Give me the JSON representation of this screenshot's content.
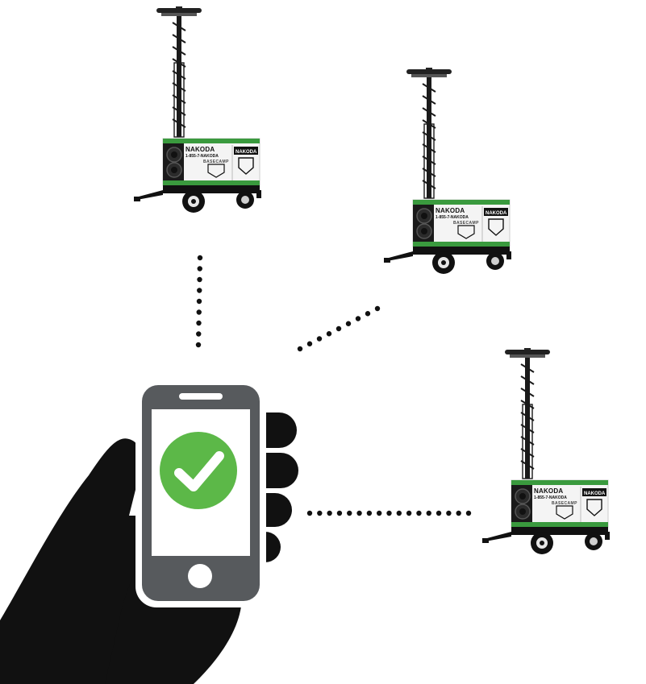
{
  "colors": {
    "background": "#ffffff",
    "hand": "#111111",
    "phone_body": "#575a5d",
    "phone_screen": "#ffffff",
    "check_circle": "#5cb848",
    "check_mark": "#ffffff",
    "unit_green": "#3a9a3e",
    "unit_black": "#111111",
    "dots": "#111111"
  },
  "phone": {
    "status_icon": "checkmark-icon"
  },
  "units": [
    {
      "id": "unit-top-left",
      "brand": "NAKODA",
      "phone_text": "1-855-7-NAKODA",
      "model": "BASECAMP"
    },
    {
      "id": "unit-top-right",
      "brand": "NAKODA",
      "phone_text": "1-855-7-NAKODA",
      "model": "BASECAMP"
    },
    {
      "id": "unit-bottom-right",
      "brand": "NAKODA",
      "phone_text": "1-855-7-NAKODA",
      "model": "BASECAMP"
    }
  ]
}
